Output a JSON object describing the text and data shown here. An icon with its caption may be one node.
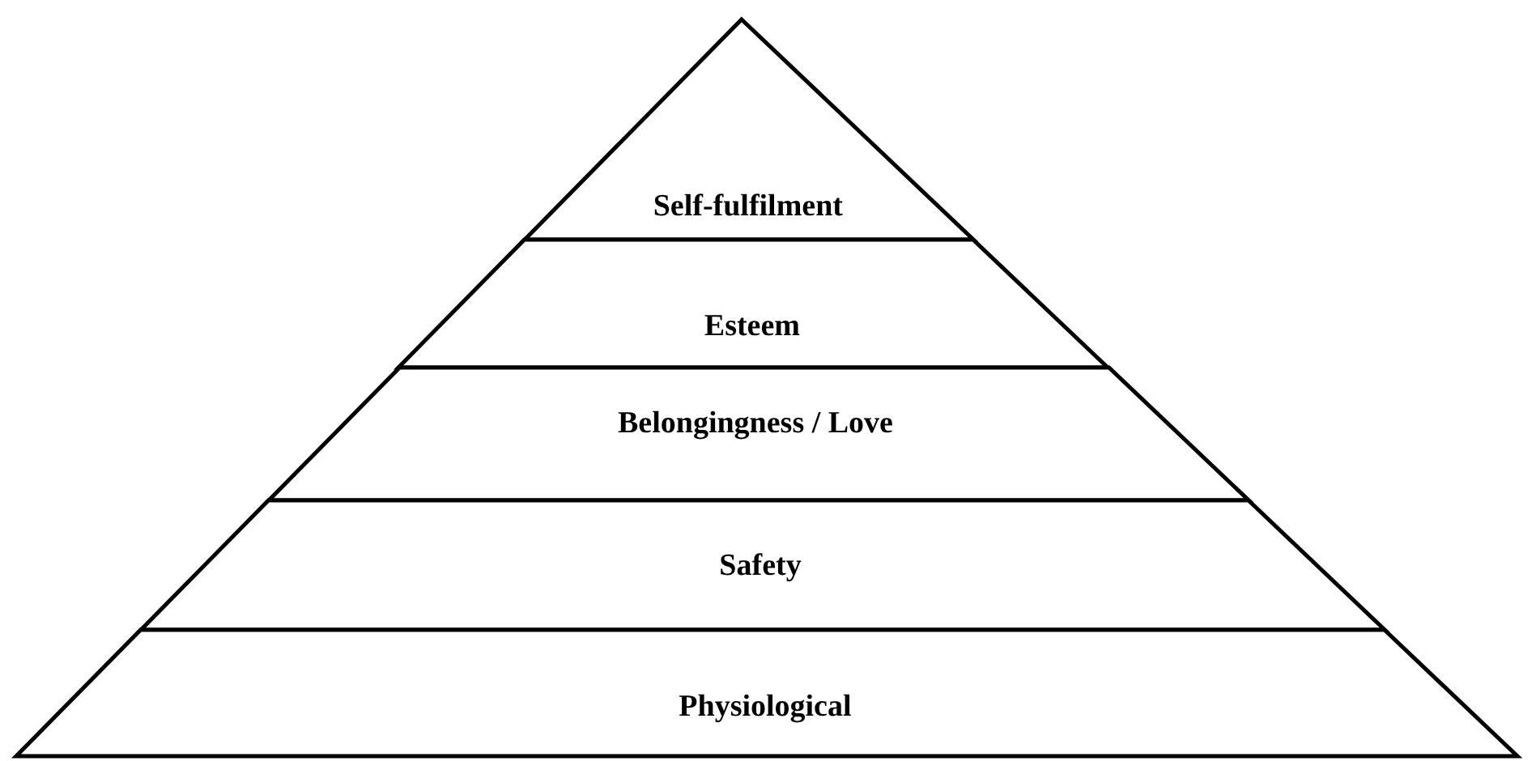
{
  "diagram": {
    "nodes": [
      {
        "text": [
          "Self-fulfilment"
        ]
      },
      {
        "text": [
          "Esteem"
        ]
      },
      {
        "text": [
          "Belongingness / Love"
        ]
      },
      {
        "text": [
          "Safety"
        ]
      },
      {
        "text": [
          "Physiological"
        ]
      }
    ]
  }
}
